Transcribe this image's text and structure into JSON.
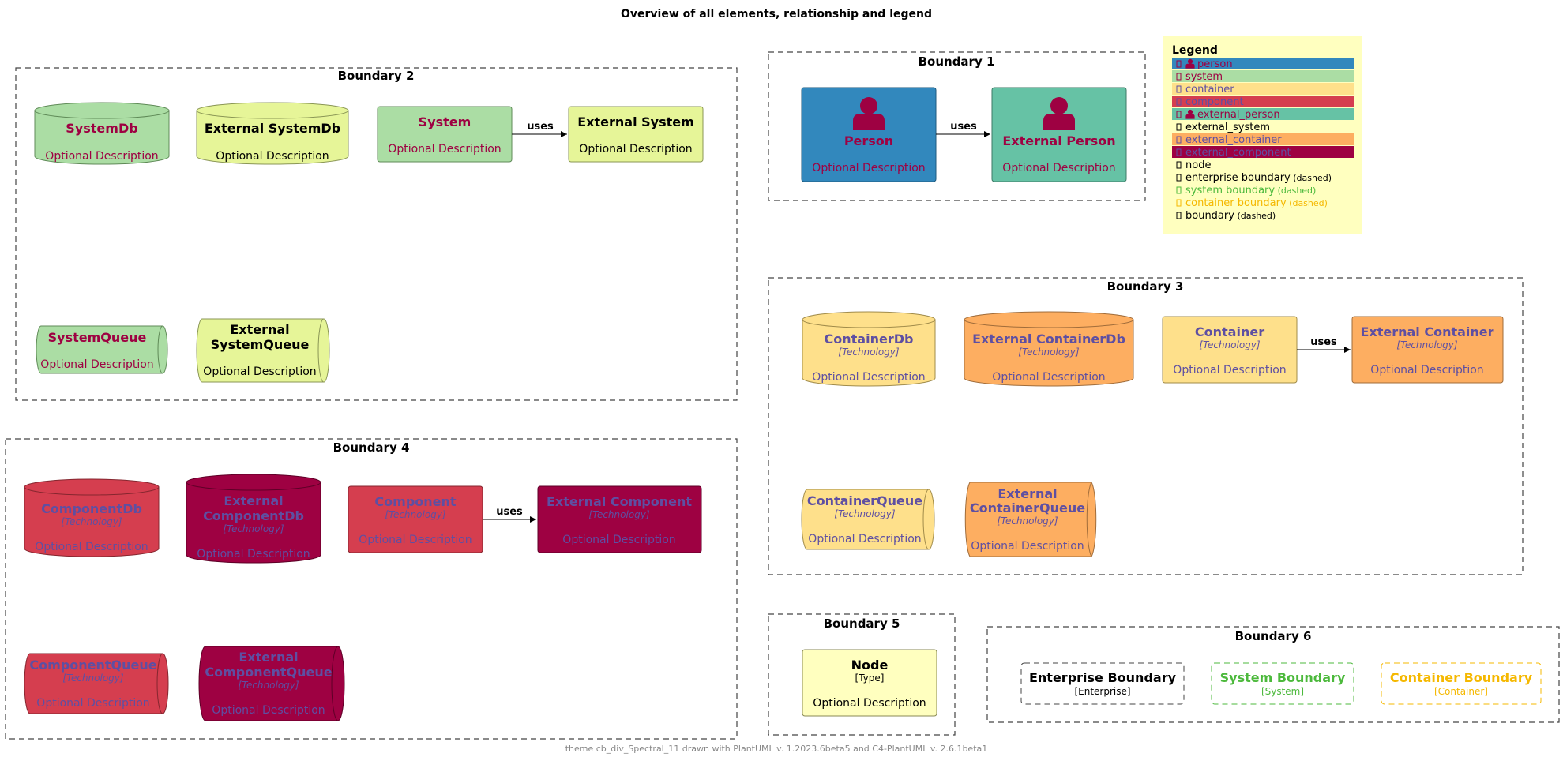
{
  "title": "Overview of all elements, relationship and legend",
  "footer": "theme cb_div_Spectral_11 drawn with PlantUML v. 1.2023.6beta5 and C4-PlantUML v. 2.6.1beta1",
  "colors": {
    "person": "#3288bd",
    "system": "#abdda4",
    "container": "#fee08b",
    "component": "#d53e4f",
    "external_person": "#66c2a5",
    "external_system": "#e6f598",
    "external_container": "#fdae61",
    "external_component": "#9e0142",
    "node": "#ffffbf",
    "text_dark_red": "#9e0142",
    "text_purple": "#5e4fa2",
    "system_boundary": "#4cb93c",
    "container_boundary": "#f5b800",
    "legend_bg": "#ffffbf"
  },
  "boundaries": {
    "b1": "Boundary 1",
    "b2": "Boundary 2",
    "b3": "Boundary 3",
    "b4": "Boundary 4",
    "b5": "Boundary 5",
    "b6": "Boundary 6"
  },
  "elements": {
    "person": {
      "name": "Person",
      "desc": "Optional Description"
    },
    "external_person": {
      "name": "External Person",
      "desc": "Optional Description"
    },
    "system_db": {
      "name": "SystemDb",
      "desc": "Optional Description"
    },
    "external_system_db": {
      "name": "External SystemDb",
      "desc": "Optional Description"
    },
    "system": {
      "name": "System",
      "desc": "Optional Description"
    },
    "external_system": {
      "name": "External System",
      "desc": "Optional Description"
    },
    "system_queue": {
      "name": "SystemQueue",
      "desc": "Optional Description"
    },
    "external_system_queue": {
      "name1": "External",
      "name2": "SystemQueue",
      "desc": "Optional Description"
    },
    "container_db": {
      "name": "ContainerDb",
      "tech": "[Technology]",
      "desc": "Optional Description"
    },
    "external_container_db": {
      "name": "External ContainerDb",
      "tech": "[Technology]",
      "desc": "Optional Description"
    },
    "container": {
      "name": "Container",
      "tech": "[Technology]",
      "desc": "Optional Description"
    },
    "external_container": {
      "name": "External Container",
      "tech": "[Technology]",
      "desc": "Optional Description"
    },
    "container_queue": {
      "name": "ContainerQueue",
      "tech": "[Technology]",
      "desc": "Optional Description"
    },
    "external_container_queue": {
      "name1": "External",
      "name2": "ContainerQueue",
      "tech": "[Technology]",
      "desc": "Optional Description"
    },
    "component_db": {
      "name": "ComponentDb",
      "tech": "[Technology]",
      "desc": "Optional Description"
    },
    "external_component_db": {
      "name1": "External",
      "name2": "ComponentDb",
      "tech": "[Technology]",
      "desc": "Optional Description"
    },
    "component": {
      "name": "Component",
      "tech": "[Technology]",
      "desc": "Optional Description"
    },
    "external_component": {
      "name": "External Component",
      "tech": "[Technology]",
      "desc": "Optional Description"
    },
    "component_queue": {
      "name": "ComponentQueue",
      "tech": "[Technology]",
      "desc": "Optional Description"
    },
    "external_component_queue": {
      "name1": "External",
      "name2": "ComponentQueue",
      "tech": "[Technology]",
      "desc": "Optional Description"
    },
    "node": {
      "name": "Node",
      "tech": "[Type]",
      "desc": "Optional Description"
    },
    "enterprise_boundary": {
      "name": "Enterprise Boundary",
      "tech": "[Enterprise]"
    },
    "system_boundary": {
      "name": "System Boundary",
      "tech": "[System]"
    },
    "container_boundary": {
      "name": "Container Boundary",
      "tech": "[Container]"
    }
  },
  "relations": {
    "uses": "uses"
  },
  "legend": {
    "title": "Legend",
    "items": [
      {
        "label": "person",
        "bg": "#3288bd",
        "fg": "#9e0142",
        "person_icon": true
      },
      {
        "label": "system",
        "bg": "#abdda4",
        "fg": "#9e0142"
      },
      {
        "label": "container",
        "bg": "#fee08b",
        "fg": "#5e4fa2"
      },
      {
        "label": "component",
        "bg": "#d53e4f",
        "fg": "#5e4fa2"
      },
      {
        "label": "external_person",
        "bg": "#66c2a5",
        "fg": "#9e0142",
        "person_icon": true
      },
      {
        "label": "external_system",
        "bg": "#ffffbf",
        "fg": "#000000"
      },
      {
        "label": "external_container",
        "bg": "#fdae61",
        "fg": "#5e4fa2"
      },
      {
        "label": "external_component",
        "bg": "#9e0142",
        "fg": "#5e4fa2"
      },
      {
        "label": "node",
        "bg": "#ffffbf",
        "fg": "#000000"
      },
      {
        "label": "enterprise boundary",
        "suffix": "(dashed)",
        "bg": "#ffffbf",
        "fg": "#000000"
      },
      {
        "label": "system boundary",
        "suffix": "(dashed)",
        "bg": "#ffffbf",
        "fg": "#4cb93c"
      },
      {
        "label": "container boundary",
        "suffix": "(dashed)",
        "bg": "#ffffbf",
        "fg": "#f5b800"
      },
      {
        "label": "boundary",
        "suffix": "(dashed)",
        "bg": "#ffffbf",
        "fg": "#000000"
      }
    ]
  }
}
